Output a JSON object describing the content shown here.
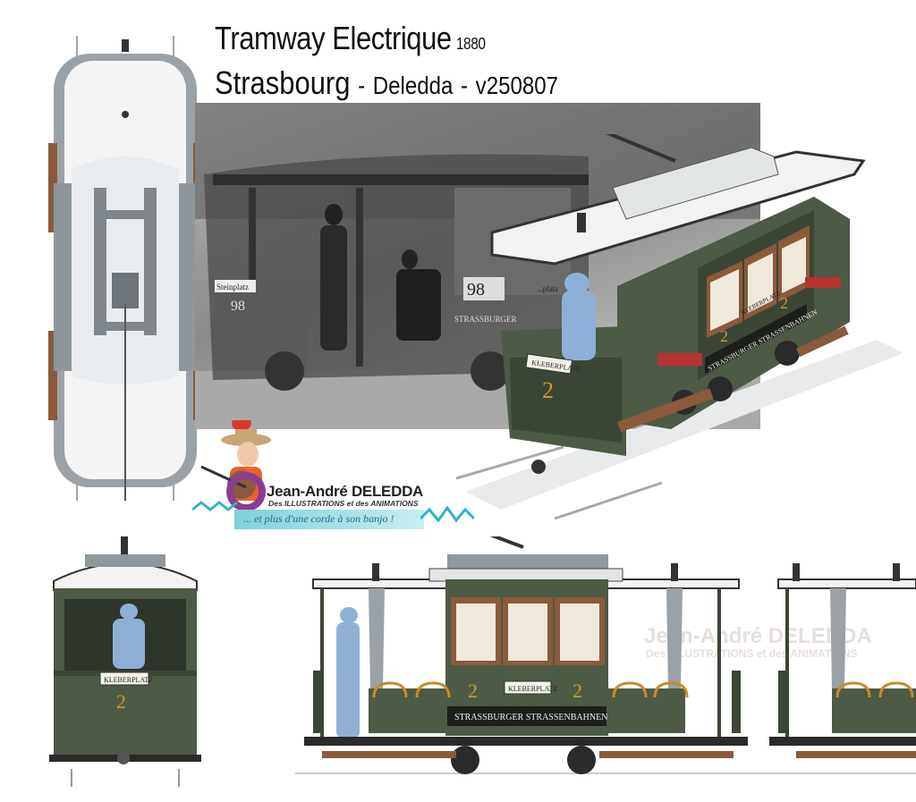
{
  "title": {
    "line1": "Tramway Electrique",
    "year": "1880",
    "line2_city": "Strasbourg",
    "line2_sep1": "-",
    "line2_author": "Deledda",
    "line2_sep2": "-",
    "line2_version": "v250807"
  },
  "photo": {
    "sign_left": "Steinplatz",
    "number": "98",
    "sign_right": "...platz",
    "lettering": "STRASSBURGER"
  },
  "tram_3d": {
    "destination": "KLEBERPLATZ",
    "number": "2",
    "side_sign": "KLEBERPLATZ",
    "company": "STRASSBURGER  STRASSENBAHNEN"
  },
  "front_view": {
    "destination": "KLEBERPLATZ",
    "number": "2"
  },
  "side_view": {
    "number_left": "2",
    "destination": "KLEBERPLATZ",
    "number_right": "2",
    "company": "STRASSBURGER   STRASSENBAHNEN"
  },
  "logo": {
    "name": "Jean-André DELEDDA",
    "tagline": "Des ILLUSTRATIONS et des ANIMATIONS",
    "motto": "... et plus d'une corde à son banjo !"
  },
  "watermark": {
    "name": "Jean-André DELEDDA",
    "tagline": "Des ILLUSTRATIONS et des ANIMATIONS"
  },
  "colors": {
    "tram_green": "#4d5a45",
    "tram_green_dark": "#3b4636",
    "roof_white": "#f2f2f2",
    "wood_brown": "#8a5a3c",
    "window_cream": "#efe9dc",
    "conductor_blue": "#8fb0d6",
    "seat_red": "#b8332e",
    "metal_grey": "#8e979c"
  }
}
